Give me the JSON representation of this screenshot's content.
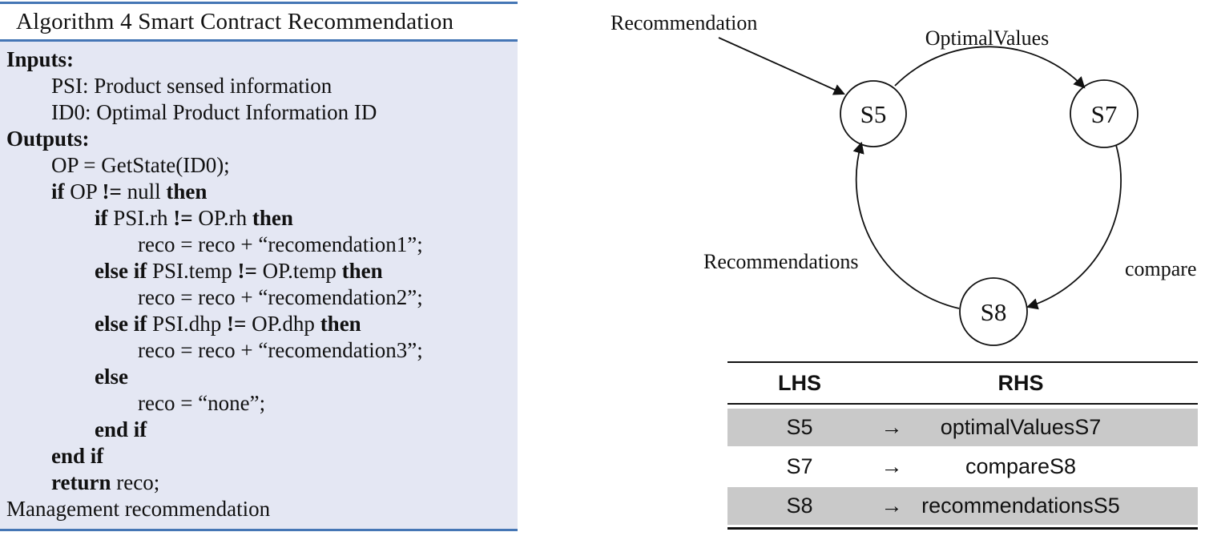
{
  "algorithm": {
    "title": "Algorithm 4 Smart Contract Recommendation",
    "lines": [
      {
        "indent": 0,
        "segments": [
          {
            "text": "Inputs:",
            "bold": true
          }
        ]
      },
      {
        "indent": 1,
        "segments": [
          {
            "text": "PSI: Product sensed information",
            "bold": false
          }
        ]
      },
      {
        "indent": 1,
        "segments": [
          {
            "text": "ID0: Optimal Product Information ID",
            "bold": false
          }
        ]
      },
      {
        "indent": 0,
        "segments": [
          {
            "text": "Outputs:",
            "bold": true
          }
        ]
      },
      {
        "indent": 1,
        "segments": [
          {
            "text": "OP = GetState(ID0);",
            "bold": false
          }
        ]
      },
      {
        "indent": 1,
        "segments": [
          {
            "text": "if",
            "bold": true
          },
          {
            "text": " OP ",
            "bold": false
          },
          {
            "text": "!=",
            "bold": true
          },
          {
            "text": " null ",
            "bold": false
          },
          {
            "text": "then",
            "bold": true
          }
        ]
      },
      {
        "indent": 2,
        "segments": [
          {
            "text": "if",
            "bold": true
          },
          {
            "text": " PSI.rh ",
            "bold": false
          },
          {
            "text": "!=",
            "bold": true
          },
          {
            "text": " OP.rh ",
            "bold": false
          },
          {
            "text": "then",
            "bold": true
          }
        ]
      },
      {
        "indent": 3,
        "segments": [
          {
            "text": "reco = reco + “recomendation1”;",
            "bold": false
          }
        ]
      },
      {
        "indent": 2,
        "segments": [
          {
            "text": "else if",
            "bold": true
          },
          {
            "text": " PSI.temp ",
            "bold": false
          },
          {
            "text": "!=",
            "bold": true
          },
          {
            "text": " OP.temp ",
            "bold": false
          },
          {
            "text": "then",
            "bold": true
          }
        ]
      },
      {
        "indent": 3,
        "segments": [
          {
            "text": "reco = reco + “recomendation2”;",
            "bold": false
          }
        ]
      },
      {
        "indent": 2,
        "segments": [
          {
            "text": "else if",
            "bold": true
          },
          {
            "text": " PSI.dhp ",
            "bold": false
          },
          {
            "text": "!=",
            "bold": true
          },
          {
            "text": " OP.dhp ",
            "bold": false
          },
          {
            "text": "then",
            "bold": true
          }
        ]
      },
      {
        "indent": 3,
        "segments": [
          {
            "text": "reco = reco + “recomendation3”;",
            "bold": false
          }
        ]
      },
      {
        "indent": 2,
        "segments": [
          {
            "text": "else",
            "bold": true
          }
        ]
      },
      {
        "indent": 3,
        "segments": [
          {
            "text": "reco = “none”;",
            "bold": false
          }
        ]
      },
      {
        "indent": 2,
        "segments": [
          {
            "text": "end if",
            "bold": true
          }
        ]
      },
      {
        "indent": 1,
        "segments": [
          {
            "text": "end if",
            "bold": true
          }
        ]
      },
      {
        "indent": 1,
        "segments": [
          {
            "text": "return",
            "bold": true
          },
          {
            "text": " reco;",
            "bold": false
          }
        ]
      },
      {
        "indent": 0,
        "segments": [
          {
            "text": "Management recommendation",
            "bold": false
          }
        ]
      }
    ]
  },
  "diagram": {
    "external_label": "Recommendation",
    "nodes": [
      {
        "id": "S5"
      },
      {
        "id": "S7"
      },
      {
        "id": "S8"
      }
    ],
    "edges": [
      {
        "from": "S5",
        "to": "S7",
        "label": "OptimalValues"
      },
      {
        "from": "S7",
        "to": "S8",
        "label": "compare"
      },
      {
        "from": "S8",
        "to": "S5",
        "label": "Recommendations"
      }
    ]
  },
  "table": {
    "headers": {
      "lhs": "LHS",
      "rhs": "RHS"
    },
    "rows": [
      {
        "lhs": "S5",
        "arrow": "→",
        "rhs": "optimalValuesS7",
        "shaded": true
      },
      {
        "lhs": "S7",
        "arrow": "→",
        "rhs": "compareS8",
        "shaded": false
      },
      {
        "lhs": "S8",
        "arrow": "→",
        "rhs": "recommendationsS5",
        "shaded": true
      }
    ]
  },
  "colors": {
    "accent_blue": "#4576b5",
    "panel_bg": "#e4e7f3",
    "row_shade": "#c9c9c9"
  }
}
